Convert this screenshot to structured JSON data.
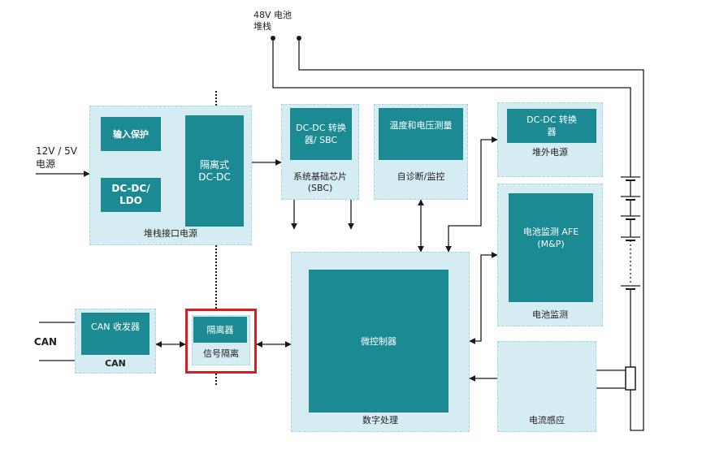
{
  "colors": {
    "panel": "#d6ecf3",
    "block": "#1b8a93",
    "line": "#1a1a1a",
    "highlight": "#d42020"
  },
  "battery_stack": {
    "label": "48V 电池\n堆栈"
  },
  "power_input": {
    "label": "12V / 5V\n电源"
  },
  "stack_interface_power": {
    "input_protection": "输入保护",
    "dcdc_ldo": "DC-DC/\nLDO",
    "isolated_dcdc": "隔离式\nDC-DC",
    "caption": "堆栈接口电源"
  },
  "sbc": {
    "block": "DC-DC 转换\n器/ SBC",
    "caption": "系统基础芯片\n(SBC)"
  },
  "self_diagnostics": {
    "block": "温度和电压测量",
    "caption": "自诊断/监控"
  },
  "offstack_power": {
    "block": "DC-DC 转换\n器",
    "caption": "堆外电源"
  },
  "battery_monitor": {
    "block": "电池监测 AFE\n(M&P)",
    "caption": "电池监测"
  },
  "digital_processing": {
    "block": "微控制器",
    "caption": "数字处理"
  },
  "can_section": {
    "block": "CAN 收发器",
    "caption": "CAN",
    "bus_label": "CAN"
  },
  "signal_isolation": {
    "block": "隔离器",
    "caption": "信号隔离"
  },
  "current_sense": {
    "caption": "电流感应"
  }
}
